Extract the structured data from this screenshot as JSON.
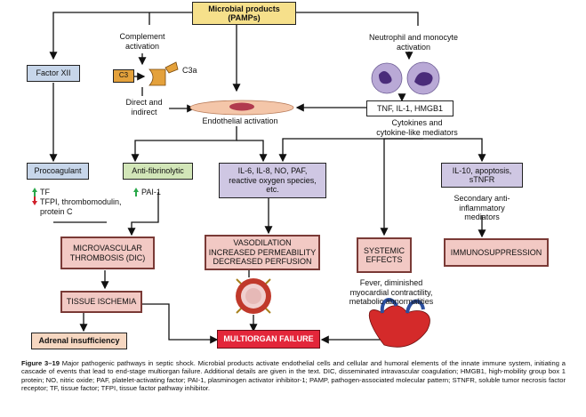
{
  "nodes": {
    "microbial": "Microbial products\n(PAMPs)",
    "factor_xii": "Factor XII",
    "procoagulant": "Procoagulant",
    "anti_fibrinolytic": "Anti-fibrinolytic",
    "il6": "IL-6, IL-8, NO, PAF,\nreactive oxygen species,\netc.",
    "il10": "IL-10, apoptosis,\nsTNFR",
    "tnf": "TNF, IL-1, HMGB1",
    "c3": "C3",
    "microvascular": "MICROVASCULAR\nTHROMBOSIS (DIC)",
    "vasodilation": "VASODILATION\nINCREASED PERMEABILITY\nDECREASED PERFUSION",
    "systemic": "SYSTEMIC\nEFFECTS",
    "immunosuppression": "IMMUNOSUPPRESSION",
    "tissue_ischemia": "TISSUE ISCHEMIA",
    "adrenal": "Adrenal insufficiency",
    "multiorgan": "MULTIORGAN FAILURE"
  },
  "labels": {
    "complement": "Complement\nactivation",
    "c3a": "C3a",
    "neutrophil": "Neutrophil and monocyte\nactivation",
    "direct": "Direct and\nindirect",
    "endothelial": "Endothelial activation",
    "cytokines": "Cytokines and\ncytokine-like mediators",
    "tf": "TF",
    "tfpi": "TFPI, thrombomodulin,\nprotein C",
    "pai1": "PAI-1",
    "secondary": "Secondary anti-inflammatory\nmediators",
    "fever": "Fever, diminished\nmyocardial contractility,\nmetabolic abnormalities"
  },
  "caption": {
    "figure": "Figure 3–19",
    "text": " Major pathogenic pathways in septic shock. Microbial products activate endothelial cells and cellular and humoral elements of the innate immune system, initiating a cascade of events that lead to end-stage multiorgan failure. Additional details are given in the text. DIC, disseminated intravascular coagulation; HMGB1, high-mobility group box 1 protein; NO, nitric oxide; PAF, platelet-activating factor; PAI-1, plasminogen activator inhibitor-1; PAMP, pathogen-associated molecular pattern; STNFR, soluble tumor necrosis factor receptor; TF, tissue factor; TFPI, tissue factor pathway inhibitor."
  },
  "colors": {
    "microbial": "#f6e08b",
    "factor": "#c7d6ea",
    "antifib": "#d2e6b8",
    "mediator": "#cfc7e3",
    "outcome": "#f2c9c4",
    "adrenal": "#f6d7c1",
    "failure": "#e3263a",
    "up_arrow": "#2aa84a",
    "down_arrow": "#d0202a"
  }
}
